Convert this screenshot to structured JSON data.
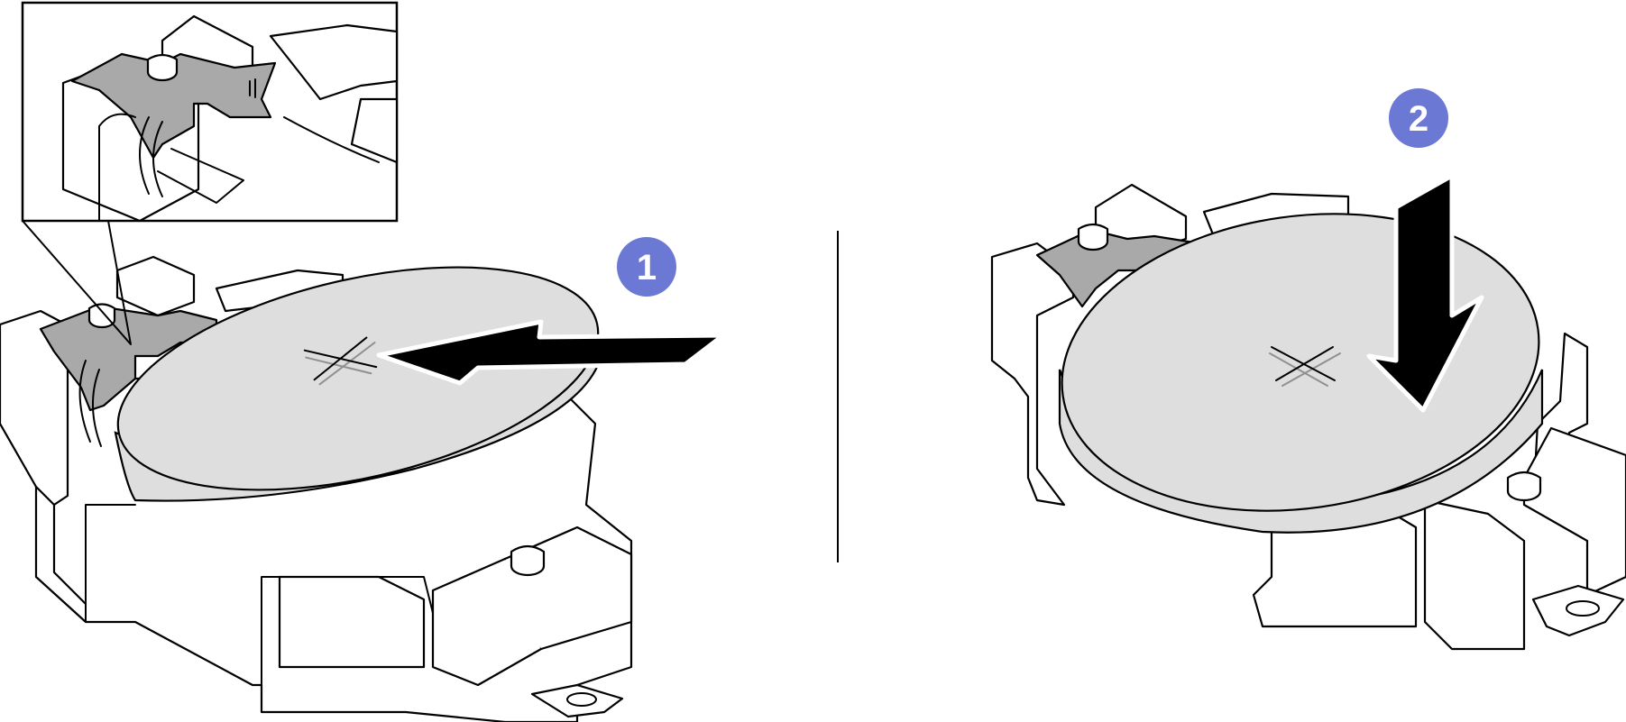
{
  "steps": [
    {
      "number": "1",
      "color": "#6b78d4"
    },
    {
      "number": "2",
      "color": "#6b78d4"
    }
  ],
  "icons": [
    "arrow-insert-icon",
    "arrow-press-down-icon",
    "zoom-callout"
  ],
  "colors": {
    "battery": "#dedede",
    "metal_clip": "#a9a9a9",
    "outline": "#000000",
    "step_badge": "#6b78d4"
  }
}
